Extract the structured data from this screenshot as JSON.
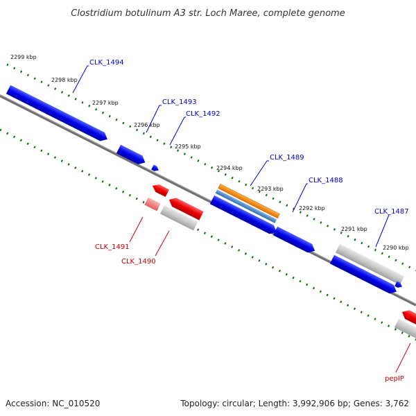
{
  "title": "Clostridium botulinum A3 str. Loch Maree, complete genome",
  "footer": {
    "accession": "Accession: NC_010520",
    "topology": "Topology: circular; Length: 3,992,906 bp; Genes: 3,762"
  },
  "kbp_labels": [
    "2299 kbp",
    "2298 kbp",
    "2297 kbp",
    "2296 kbp",
    "2295 kbp",
    "2294 kbp",
    "2293 kbp",
    "2292 kbp",
    "2291 kbp",
    "2290 kbp"
  ],
  "genes": [
    {
      "label": "CLK_1494",
      "strand": "forward",
      "color": "#0000cc"
    },
    {
      "label": "CLK_1493",
      "strand": "forward",
      "color": "#0000cc"
    },
    {
      "label": "CLK_1492",
      "strand": "forward",
      "color": "#0000cc"
    },
    {
      "label": "CLK_1489",
      "strand": "forward",
      "color": "#0000cc"
    },
    {
      "label": "CLK_1488",
      "strand": "forward",
      "color": "#0000cc"
    },
    {
      "label": "CLK_1487",
      "strand": "forward",
      "color": "#0000cc"
    },
    {
      "label": "CLK_1491",
      "strand": "reverse",
      "color": "#cc0000"
    },
    {
      "label": "CLK_1490",
      "strand": "reverse",
      "color": "#cc0000"
    },
    {
      "label": "pepIP",
      "strand": "reverse",
      "color": "#cc0000"
    }
  ],
  "colors": {
    "backbone": "#808080",
    "forward_cds": "#1010e0",
    "reverse_cds": "#e00000",
    "pseudo": "#c0c0c0",
    "orange_feature": "#f08000",
    "steel_feature": "#4080c0",
    "tick": "#007000"
  }
}
